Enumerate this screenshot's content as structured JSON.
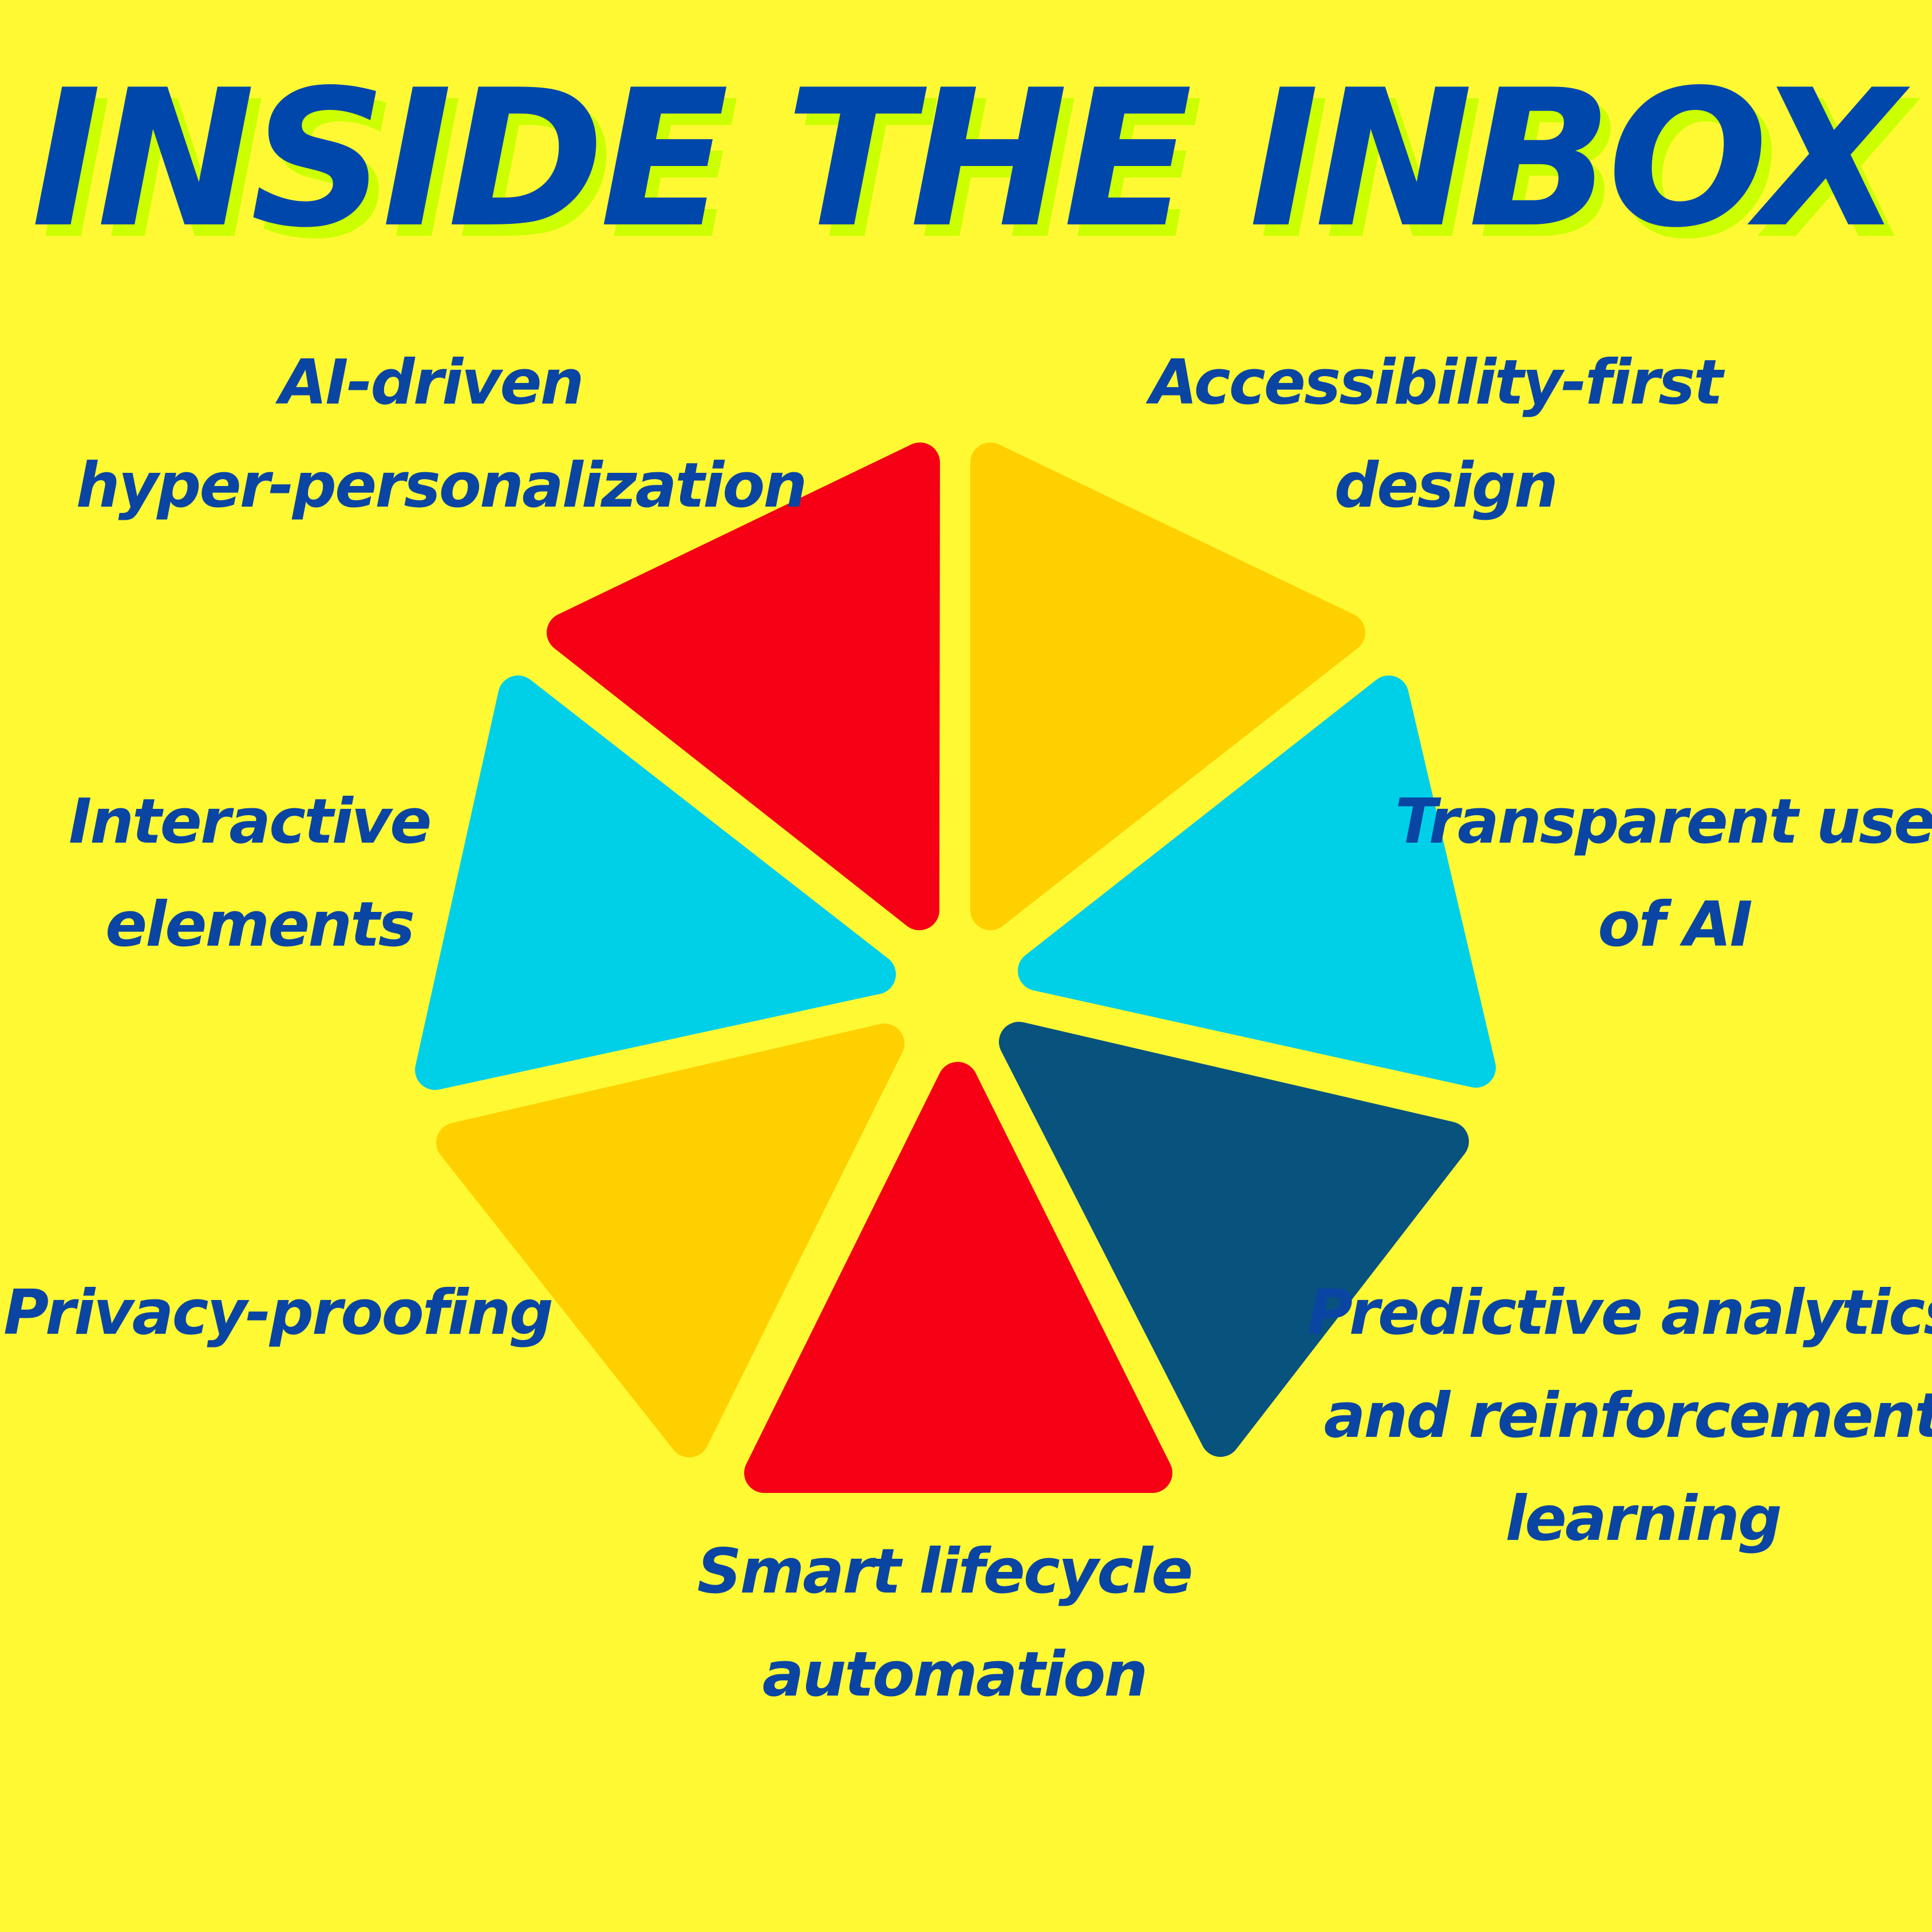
{
  "colors": {
    "background": "#FFF933",
    "title_fill": "#0047AB",
    "title_shadow": "#CCFF00",
    "label_text": "#0A45A3",
    "red": "#F50014",
    "gold": "#FFD000",
    "cyan": "#00CFE8",
    "navy": "#08527E"
  },
  "title": "INSIDE THE INBOX",
  "segments": [
    {
      "name": "ai-driven-hyper-personalization",
      "color": "red",
      "lines": [
        "AI-driven",
        "hyper-personalization"
      ]
    },
    {
      "name": "accessibility-first-design",
      "color": "gold",
      "lines": [
        "Accessibility-first",
        "design"
      ]
    },
    {
      "name": "transparent-use-of-ai",
      "color": "cyan",
      "lines": [
        "Transparent use",
        "of AI"
      ]
    },
    {
      "name": "predictive-analytics",
      "color": "navy",
      "lines": [
        "Predictive analytics",
        "and reinforcement",
        "learning"
      ]
    },
    {
      "name": "smart-lifecycle-automation",
      "color": "red",
      "lines": [
        "Smart lifecycle",
        "automation"
      ]
    },
    {
      "name": "privacy-proofing",
      "color": "gold",
      "lines": [
        "Privacy-proofing"
      ]
    },
    {
      "name": "interactive-elements",
      "color": "cyan",
      "lines": [
        "Interactive",
        "elements"
      ]
    }
  ]
}
